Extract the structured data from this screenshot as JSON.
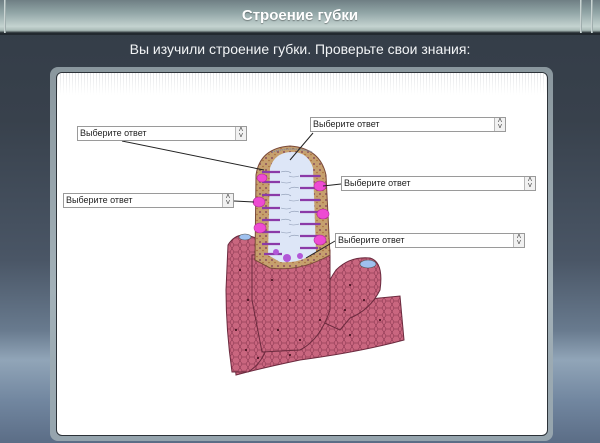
{
  "header": {
    "title": "Строение губки"
  },
  "instructions": "Вы изучили строение губки. Проверьте свои знания:",
  "diagram": {
    "subject": "sponge-cross-section",
    "colors": {
      "body": "#c9667f",
      "cell_outline": "#7a2b44",
      "cavity": "#dde6f7",
      "choanocyte": "#ee4bd2",
      "collar_cell": "#a34fc8",
      "mesohyl": "#b98a5a",
      "osculum": "#9fc1ef"
    }
  },
  "dropdowns": [
    {
      "id": "label-1",
      "value": "Выберите ответ",
      "arrow_up": "˄",
      "arrow_down": "˅"
    },
    {
      "id": "label-2",
      "value": "Выберите ответ",
      "arrow_up": "˄",
      "arrow_down": "˅"
    },
    {
      "id": "label-3",
      "value": "Выберите ответ",
      "arrow_up": "˄",
      "arrow_down": "˅"
    },
    {
      "id": "label-4",
      "value": "Выберите ответ",
      "arrow_up": "˄",
      "arrow_down": "˅"
    },
    {
      "id": "label-5",
      "value": "Выберите ответ",
      "arrow_up": "˄",
      "arrow_down": "˅"
    }
  ]
}
